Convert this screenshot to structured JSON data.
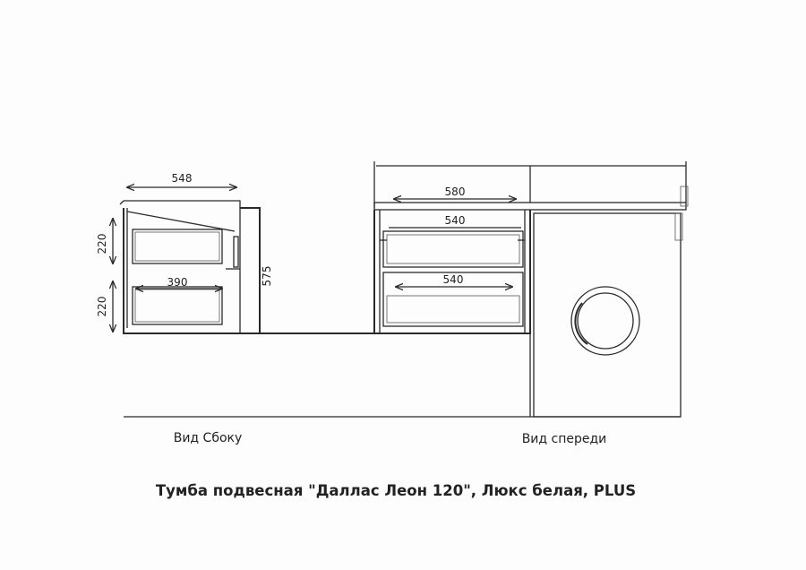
{
  "title": "Тумба подвесная \"Даллас Леон 120\", Люкс белая, PLUS",
  "views": {
    "side": {
      "caption": "Вид Сбоку",
      "dims": {
        "depth": "548",
        "height": "575",
        "drawer_top": "220",
        "drawer_bottom": "220",
        "drawer_inner": "390"
      }
    },
    "front": {
      "caption": "Вид спереди",
      "dims": {
        "top": "580",
        "drawer_top": "540",
        "drawer_bottom": "540"
      }
    }
  }
}
